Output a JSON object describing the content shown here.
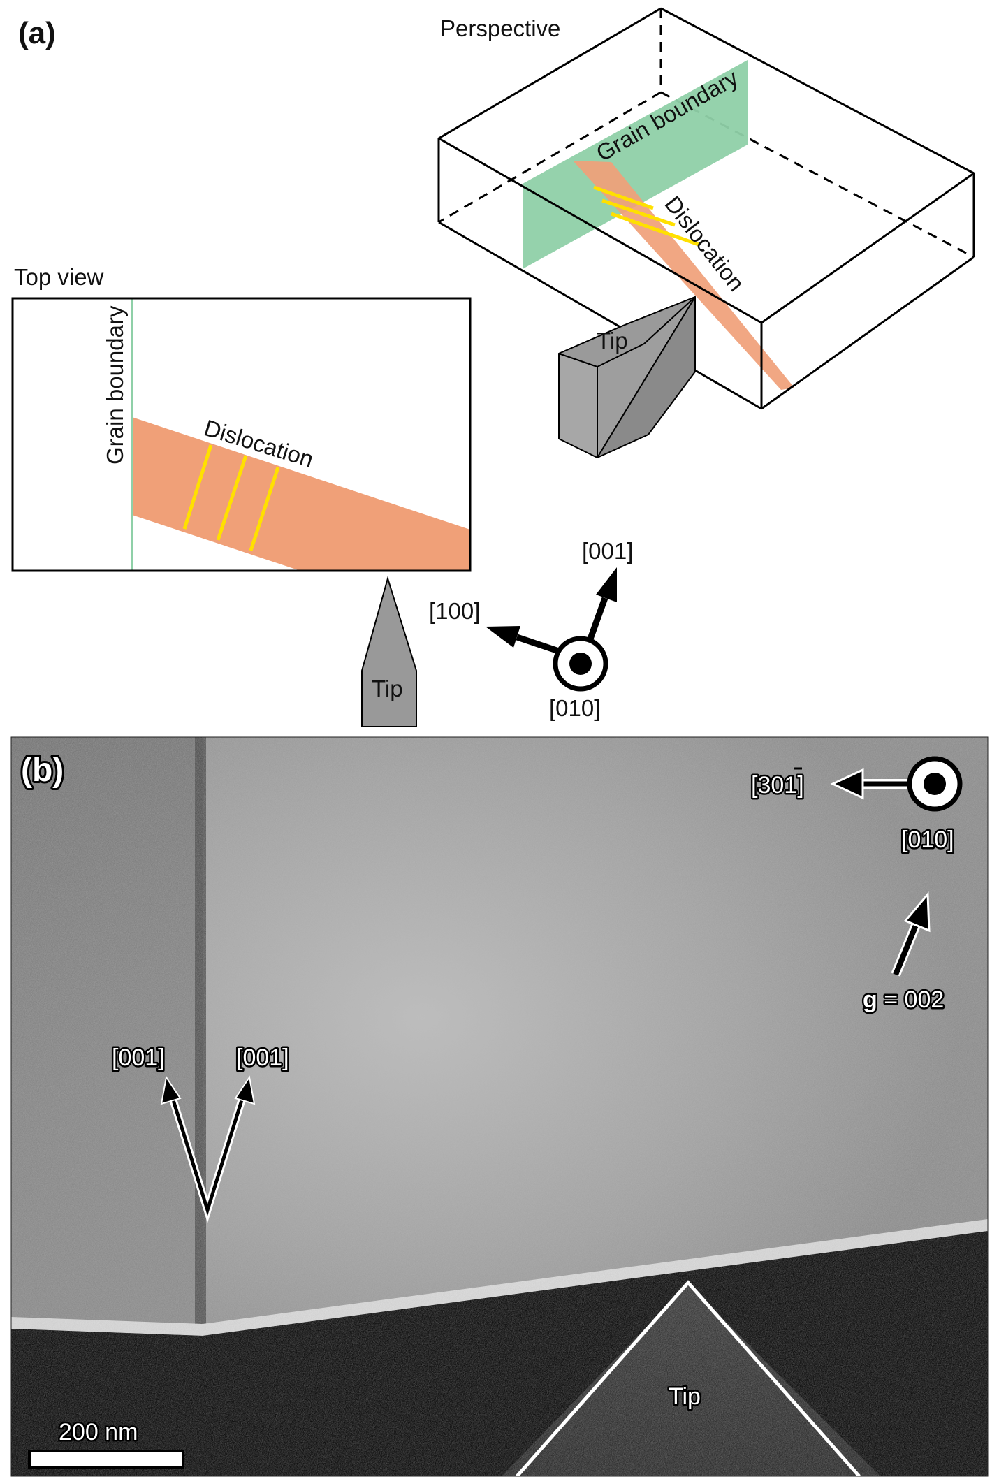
{
  "panel_a": {
    "label": "(a)",
    "perspective": {
      "title": "Perspective",
      "grain_boundary_label": "Grain boundary",
      "dislocation_label": "Dislocation",
      "tip_label": "Tip"
    },
    "top_view": {
      "title": "Top view",
      "grain_boundary_label": "Grain boundary",
      "dislocation_label": "Dislocation",
      "tip_label": "Tip"
    },
    "axes": {
      "up": "[001]",
      "left": "[100]",
      "out": "[010]"
    }
  },
  "panel_b": {
    "label": "(b)",
    "direction_left": "[30",
    "direction_left_digit": "1",
    "direction_left_close": "]",
    "direction_out": "[010]",
    "g_vector_bold": "g",
    "g_vector_value": " = 002",
    "left_grain_direction": "[001]",
    "right_grain_direction": "[001]",
    "tip_label": "Tip",
    "scale_bar_label": "200 nm"
  },
  "colors": {
    "grain_boundary": "#8fd0a8",
    "dislocation": "#f0a078",
    "slip_lines": "#ffe000",
    "tip": "#999999"
  }
}
